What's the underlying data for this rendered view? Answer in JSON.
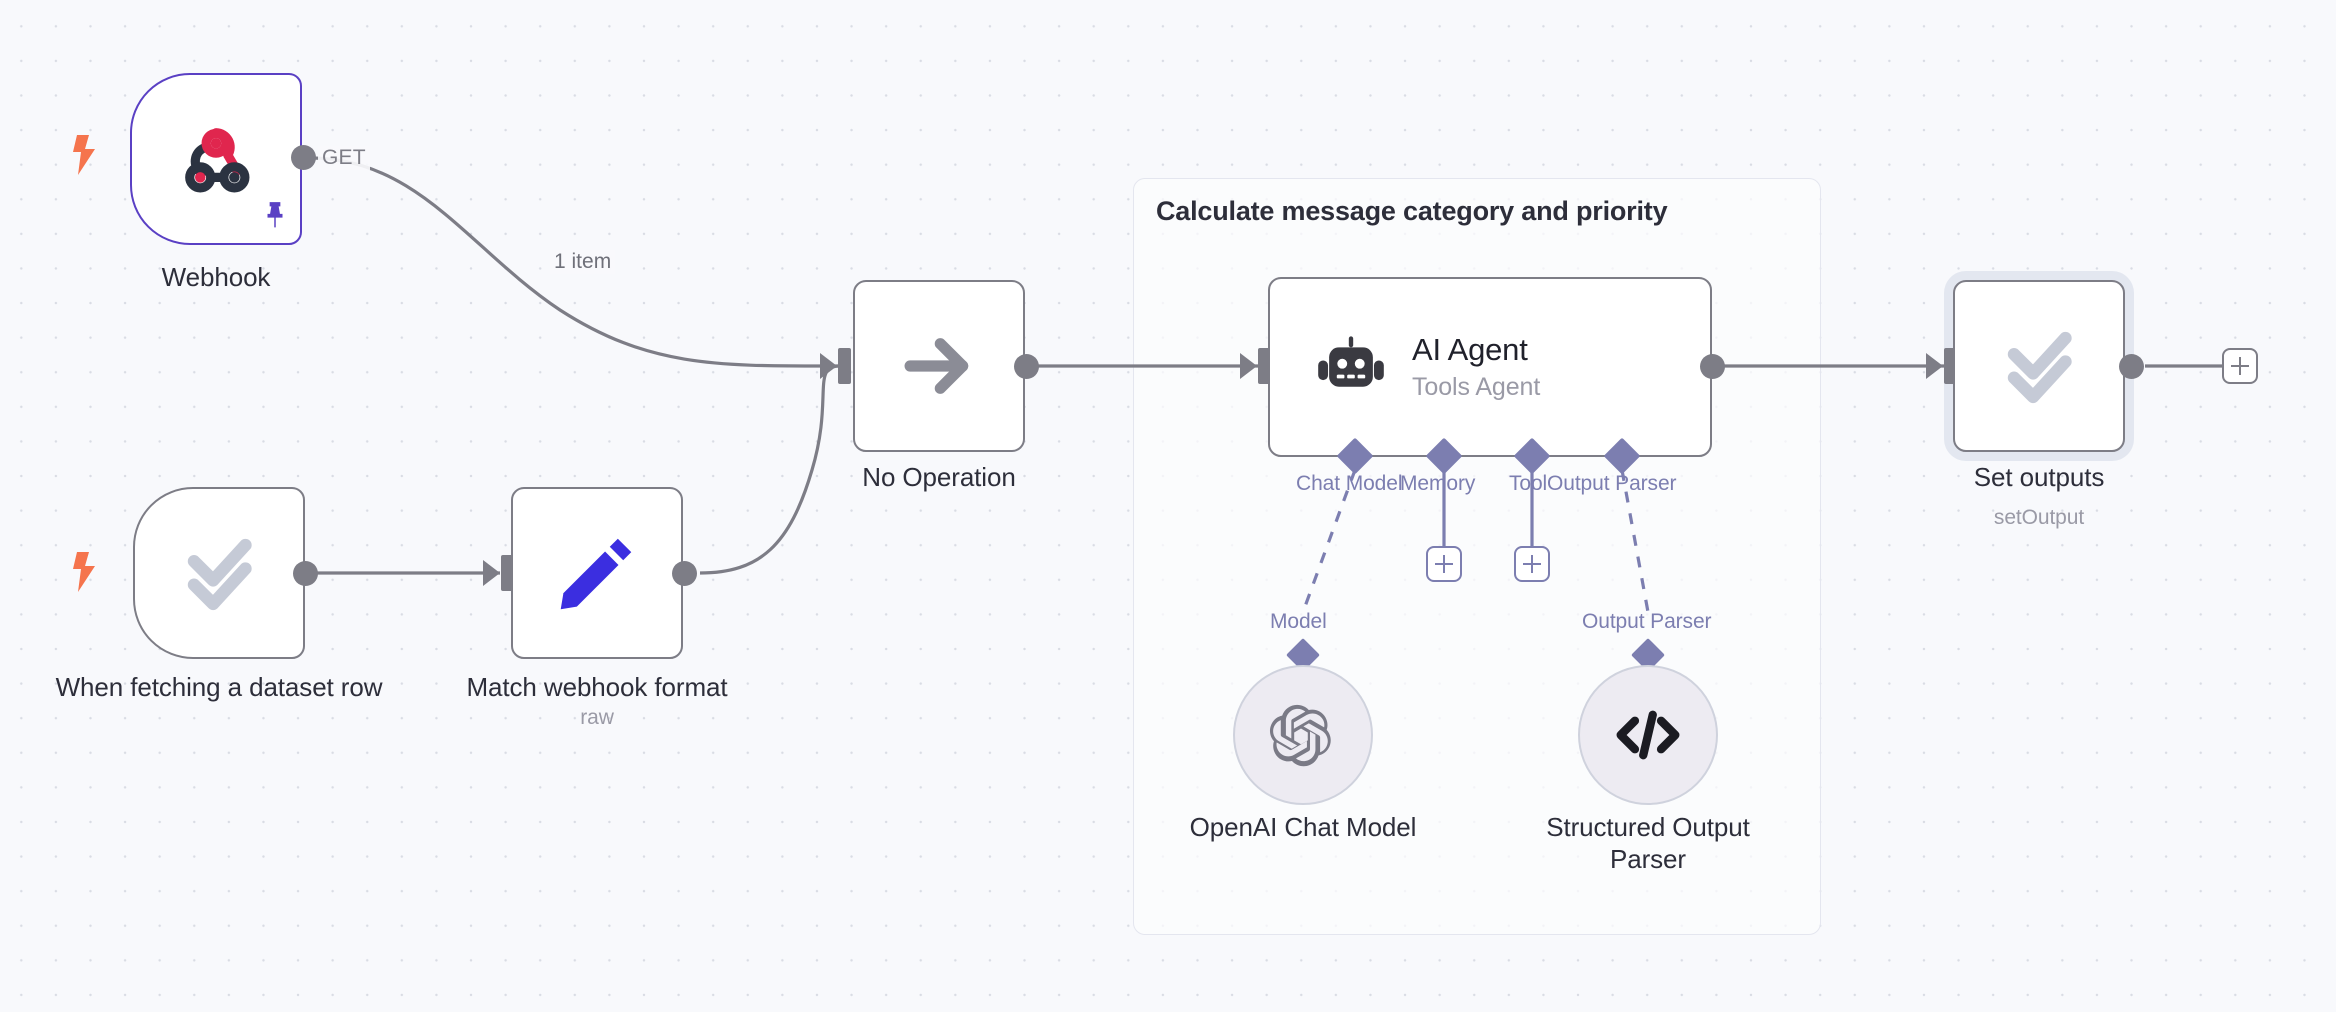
{
  "canvas": {
    "background_color": "#F8F9FC",
    "grid_dot_color": "#D9DCE4"
  },
  "colors": {
    "node_border": "#7D7D86",
    "trigger_accent": "#F5744D",
    "webhook_border": "#5A40C4",
    "ai_port": "#7C7EB0",
    "edge": "#7D7D86",
    "text_primary": "#2D2E3A",
    "text_muted": "#9A9AA6"
  },
  "group": {
    "title": "Calculate message category and priority",
    "name": "sticky-group-frame"
  },
  "nodes": [
    {
      "id": "webhook",
      "label": "Webhook",
      "sublabel": "",
      "icon": "webhook-icon",
      "type": "trigger",
      "pinned": true,
      "output_label": "GET"
    },
    {
      "id": "when-fetching-dataset-row",
      "label": "When fetching a dataset row",
      "sublabel": "",
      "icon": "double-check-icon",
      "type": "trigger",
      "pinned": false,
      "output_label": ""
    },
    {
      "id": "match-webhook-format",
      "label": "Match webhook format",
      "sublabel": "raw",
      "icon": "pencil-edit-icon",
      "type": "action",
      "pinned": false,
      "output_label": ""
    },
    {
      "id": "no-operation",
      "label": "No Operation",
      "sublabel": "",
      "icon": "arrow-right-icon",
      "type": "action",
      "pinned": false,
      "output_label": ""
    },
    {
      "id": "ai-agent",
      "label": "AI Agent",
      "sublabel": "Tools Agent",
      "icon": "robot-icon",
      "type": "agent",
      "pinned": false,
      "output_label": ""
    },
    {
      "id": "set-outputs",
      "label": "Set outputs",
      "sublabel": "setOutput",
      "icon": "double-check-icon",
      "type": "action",
      "pinned": false,
      "highlighted": true,
      "output_label": ""
    }
  ],
  "subnodes": [
    {
      "id": "openai-chat-model",
      "label": "OpenAI Chat Model",
      "icon": "openai-icon",
      "port_label": "Model"
    },
    {
      "id": "structured-output-parser",
      "label": "Structured Output Parser",
      "icon": "code-brackets-icon",
      "port_label": "Output Parser"
    }
  ],
  "agent_ports": [
    {
      "id": "chat-model",
      "label": "Chat Model",
      "has_plus": false
    },
    {
      "id": "memory",
      "label": "Memory",
      "has_plus": true
    },
    {
      "id": "tool",
      "label": "Tool",
      "has_plus": true
    },
    {
      "id": "output-parser",
      "label": "Output Parser",
      "has_plus": false
    }
  ],
  "edges": [
    {
      "id": "webhook-to-noop",
      "label": "1 item"
    },
    {
      "id": "dataset-to-match",
      "label": ""
    },
    {
      "id": "match-to-noop",
      "label": ""
    },
    {
      "id": "noop-to-agent",
      "label": ""
    },
    {
      "id": "agent-to-setoutputs",
      "label": ""
    },
    {
      "id": "setoutputs-to-add",
      "label": ""
    }
  ],
  "add_button": {
    "label": "+",
    "name": "add-node-button"
  }
}
